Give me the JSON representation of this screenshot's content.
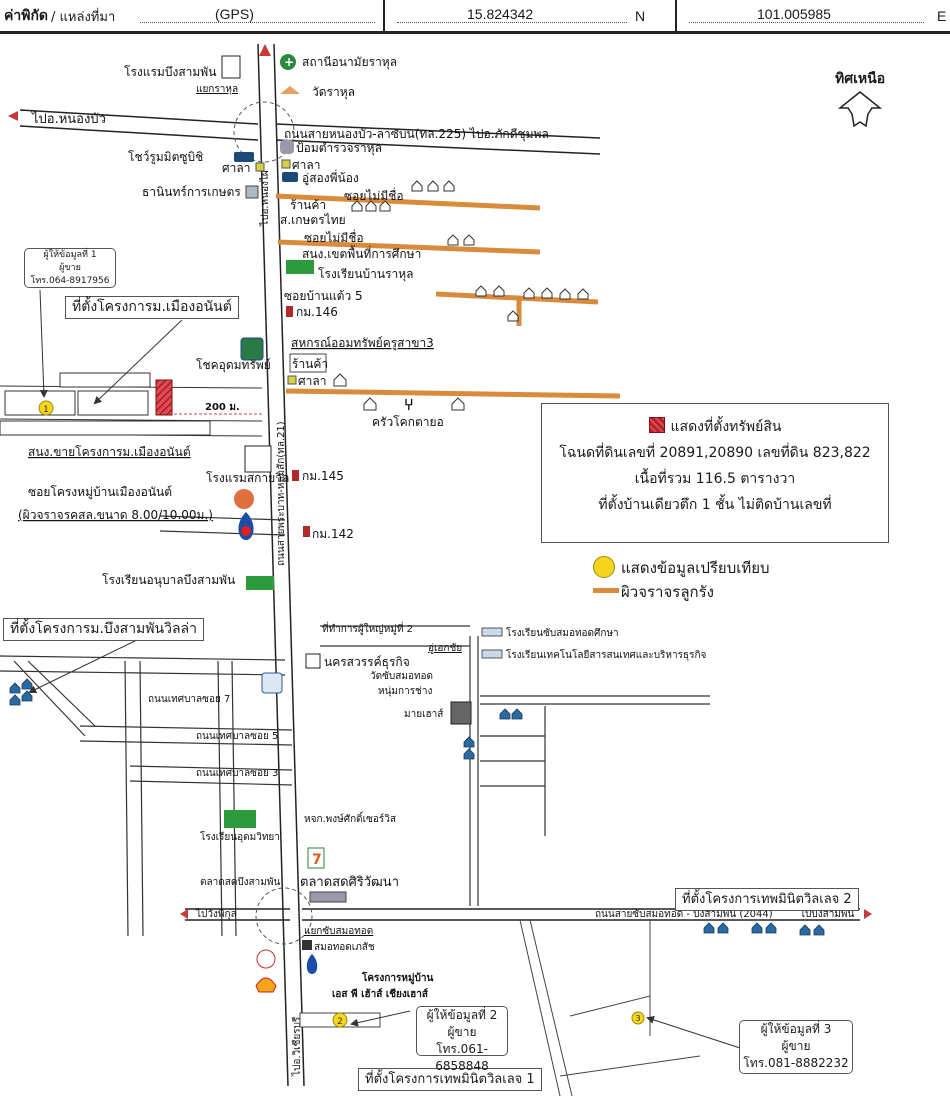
{
  "header": {
    "coord_label": "ค่าพิกัด",
    "source_label": "/ แหล่งที่มา",
    "source_value": "(GPS)",
    "latitude": "15.824342",
    "lat_unit": "N",
    "longitude": "101.005985",
    "lon_unit": "E"
  },
  "north": {
    "label": "ทิศเหนือ",
    "icon": "north-arrow-icon"
  },
  "legend": {
    "property_label": "แสดงที่ตั้งทรัพย์สิน",
    "deed_line": "โฉนดที่ดินเลขที่ 20891,20890 เลขที่ดิน 823,822",
    "area_line": "เนื้อที่รวม 116.5 ตารางวา",
    "building_line": "ที่ตั้งบ้านเดียวตึก 1 ชั้น ไม่ติดบ้านเลขที่",
    "comparable_label": "แสดงข้อมูลเปรียบเทียบ",
    "laterite_label": "ผิวจราจรลูกรัง",
    "colors": {
      "property": "#c0232c",
      "comparable": "#f5d61c",
      "laterite": "#d98a3a"
    }
  },
  "roads": {
    "nongbua": "ไปอ.หนองบัว",
    "hwy225": "ถนนสายหนองบัว-ลาซับน(ทล.225)  ไปอ.ภักดีชุมพล",
    "to_nongphai": "ไปอ.หนองไผ่",
    "hwy21": "ถนนสายพระบาท-หล่มสัก(ทล.21)",
    "wangphikul": "ไปวังพิกุล",
    "hwy2044": "ถนนสายซับสมอทอด - บึงสามพัน (2044)",
    "to_buengsamphan": "ไปบึงสามพัน",
    "to_wichianburi": "ไปอ.วิเชียรบุรี",
    "soi_no_name_1": "ซอยไม่มีชื่อ",
    "soi_no_name_2": "ซอยไม่มีชื่อ",
    "soi_ban_taew5": "ซอยบ้านแต้ว 5",
    "tessaban7": "ถนนเทศบาลซอย 7",
    "tessaban5": "ถนนเทศบาลซอย 5",
    "tessaban3": "ถนนเทศบาลซอย 3",
    "distance": "200 ม."
  },
  "places": {
    "hotel_bueng": "โรงแรมบึงสามพัน",
    "rahul_junction": "แยกราหุล",
    "health_station": "สถานีอนามัยราหุล",
    "wat_rahul": "วัดราหุล",
    "police": "ป้อมตำรวจราหุล",
    "mitsubishi": "โชว์รูมมิตซูบิชิ",
    "sala1": "ศาลา",
    "sala2": "ศาลา",
    "garage": "อู่สองพี่น้อง",
    "thanin": "ธานินทร์การเกษตร",
    "shop1": "ร้านค้า",
    "kaset": "ส.เกษตรไทย",
    "edu_office": "สนง.เขตพื้นที่การศึกษา",
    "school_rahul": "โรงเรียนบ้านราหุล",
    "km146": "กม.146",
    "coop": "สหกรณ์ออมทรัพย์ครูสาขา3",
    "shop2": "ร้านค้า",
    "sala3": "ศาลา",
    "chokudom": "โชคอุดมทรัพย์",
    "restaurant": "ครัวโคกตายอ",
    "hotel_sky": "โรงแรมสกายวิล",
    "km145": "กม.145",
    "km142": "กม.142",
    "sales_office": "สนง.ขายโครงการม.เมืองอนันต์",
    "soi_project": "ซอยโครงหมู่บ้านเมืองอนันต์",
    "soi_project_sub": "(ผิวจราจรคสล.ขนาด 8.00/10.00ม.)",
    "kindergarten": "โรงเรียนอนุบาลบึงสามพัน",
    "village_head": "ที่ทำการผู้ใหญ่หมู่ที่ 2",
    "garage2": "อู่เอกชัย",
    "school_sub": "โรงเรียนซับสมอทอดศึกษา",
    "school_tech": "โรงเรียนเทคโนโลยีสารสนเทศและบริหารธุรกิจ",
    "nakhon": "นครสวรรค์ธุรกิจ",
    "wat_sub": "วัดซับสมอทอด",
    "num_karnchang": "หนุ่มการช่าง",
    "my_house": "มายเฮาส์",
    "school_udom": "โรงเรียนอุดมวิทยา",
    "pongsak": "หจก.พงษ์ศักดิ์เซอร์วิส",
    "market_bueng": "ตลาดสดบึงสามพัน",
    "market_siri": "ตลาดสดศิริวัฒนา",
    "sub_junction": "แยกซับสมอทอด",
    "pharmacy": "สมอทอดเภสัช",
    "village_project_1": "โครงการหมู่บ้าน",
    "village_project_2": "เอส พี เฮ้าส์ เชียงเฮาส์"
  },
  "callouts": {
    "project_muang": "ที่ตั้งโครงการม.เมืองอนันต์",
    "project_villa": "ที่ตั้งโครงการม.บึงสามพันวิลล่า",
    "project_mini2": "ที่ตั้งโครงการเทพมินิตวิลเลจ 2",
    "project_mini1": "ที่ตั้งโครงการเทพมินิตวิลเลจ 1",
    "info1": {
      "num": "1",
      "title": "ผู้ให้ข้อมูลที่ 1",
      "role": "ผู้ขาย",
      "phone": "โทร.064-8917956"
    },
    "info2": {
      "num": "2",
      "title": "ผู้ให้ข้อมูลที่ 2",
      "role": "ผู้ขาย",
      "phone": "โทร.061-6858848"
    },
    "info3": {
      "num": "3",
      "title": "ผู้ให้ข้อมูลที่ 3",
      "role": "ผู้ขาย",
      "phone": "โทร.081-8882232"
    }
  }
}
